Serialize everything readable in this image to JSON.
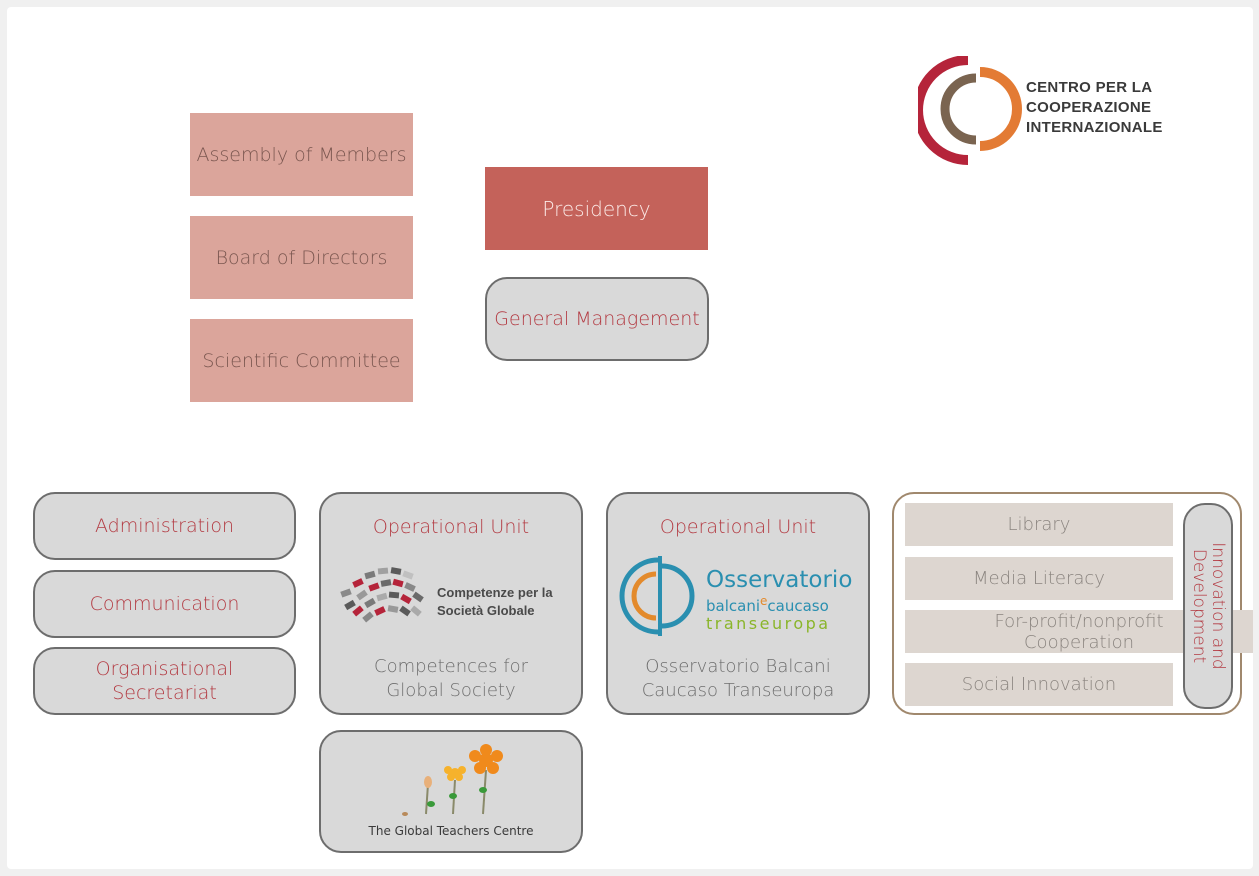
{
  "brand": {
    "lines": [
      "CENTRO PER LA",
      "COOPERAZIONE",
      "INTERNAZIONALE"
    ],
    "colors": {
      "red": "#b5243a",
      "orange": "#e37b34",
      "brown": "#7a6450"
    }
  },
  "governance": {
    "assembly": "Assembly of Members",
    "board": "Board of Directors",
    "scientific": "Scientific Committee",
    "presidency": "Presidency",
    "general_management": "General Management"
  },
  "support_units": {
    "administration": "Administration",
    "communication": "Communication",
    "secretariat": "Organisational Secretariat"
  },
  "units": [
    {
      "title": "Operational Unit",
      "logo_text": [
        "Competenze per la",
        "Società Globale"
      ],
      "caption": "Competences for Global Society"
    },
    {
      "title": "Operational Unit",
      "logo_text": [
        "Osservatorio",
        "balcani",
        "e",
        "caucaso",
        "transeuropa"
      ],
      "caption": "Osservatorio Balcani Caucaso Transeuropa"
    }
  ],
  "teachers_centre": {
    "label": "The Global Teachers Centre"
  },
  "innovation": {
    "title": "Innovation and Development",
    "items": [
      "Library",
      "Media Literacy",
      "For-profit/nonprofit Cooperation",
      "Social Innovation"
    ]
  },
  "colors": {
    "accent_red": "#b33a42",
    "governance_pink": "#dba59b",
    "presidency_red": "#c4625a",
    "unit_gray": "#d9d9d9",
    "innovation_beige": "#ddd6d0"
  }
}
